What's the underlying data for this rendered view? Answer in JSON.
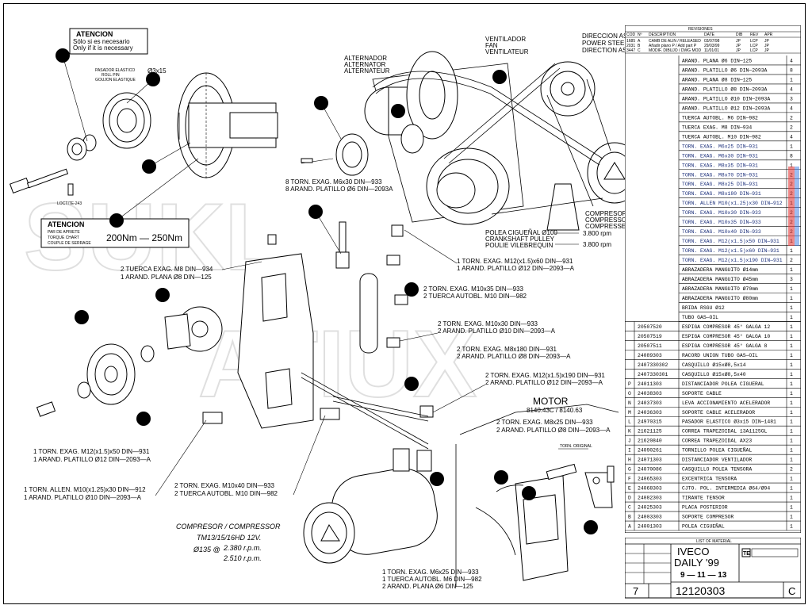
{
  "notes": {
    "attention_top": {
      "title": "ATENCION",
      "line1": "Sólo si es necesario",
      "line2": "Only if it is necessary"
    },
    "roll_pin": {
      "line1": "PASADOR ELASTICO",
      "line2": "ROLL PIN",
      "line3": "GOUJON ELASTIQUE",
      "size": "Ø3x15"
    },
    "loctite": "LOCTITE-243",
    "attention_torque": {
      "title": "ATENCION",
      "line1": "PAR DE APRIETE",
      "line2": "TORQUE CHART",
      "line3": "COUPLE DE SERRAGE",
      "value": "200Nm — 250Nm"
    }
  },
  "components": {
    "fan": [
      "VENTILADOR",
      "FAN",
      "VENTILATEUR"
    ],
    "alternator": [
      "ALTERNADOR",
      "ALTERNATOR",
      "ALTERNATEUR"
    ],
    "power_steering": [
      "DIRECCION ASISTIDA",
      "POWER STEERING",
      "DIRECTION ASSISTEE"
    ],
    "compressor": [
      "COMPRESOR",
      "COMPRESSOR",
      "COMPRESSEUR"
    ],
    "crankshaft": {
      "line1": "POLEA CIGUEÑAL Ø100",
      "line2": "CRANKSHAFT PULLEY",
      "line3": "POULIE VILEBREQUIN",
      "rpm1": "3.800 rpm",
      "rpm2": "3.800 rpm"
    },
    "motor": {
      "title": "MOTOR",
      "models": "8140.43C / 8140.63"
    },
    "original_screw": "TORN. ORIGINAL",
    "compressor_model": {
      "line1": "COMPRESOR / COMPRESSOR",
      "line2": "TM13/15/16HD 12V.",
      "line3": "2.380 r.p.m.",
      "line4": "2.510 r.p.m.",
      "pulley": "Ø135 @"
    }
  },
  "callouts": {
    "c1": [
      "8 TORN. EXAG. M6x30 DIN—933",
      "8 ARAND. PLATILLO Ø6 DIN—2093A"
    ],
    "c2": [
      "2 TUERCA EXAG. M8 DIN—934",
      "1 ARAND. PLANA Ø8 DIN—125"
    ],
    "c3": [
      "1 TORN. EXAG. M12(x1.5)x60 DIN—931",
      "1 ARAND. PLATILLO Ø12 DIN—2093—A"
    ],
    "c4": [
      "2 TORN. EXAG. M10x35 DIN—933",
      "2 TUERCA AUTOBL. M10 DIN—982"
    ],
    "c5": [
      "2 TORN. EXAG. M10x30 DIN—933",
      "2 ARAND. PLATILLO Ø10 DIN—2093—A"
    ],
    "c6": [
      "2 TORN. EXAG. M8x180 DIN—931",
      "2 ARAND. PLATILLO Ø8 DIN—2093—A"
    ],
    "c7": [
      "2 TORN. EXAG. M12(x1.5)x190 DIN—931",
      "2 ARAND. PLATILLO Ø12 DIN—2093—A"
    ],
    "c8": [
      "2 TORN. EXAG. M8x25 DIN—933",
      "2 ARAND. PLATILLO Ø8 DIN—2093—A"
    ],
    "c9": [
      "1 TORN. EXAG. M12(x1.5)x50 DIN—931",
      "1 ARAND. PLATILLO Ø12 DIN—2093—A"
    ],
    "c10": [
      "1 TORN. ALLEN. M10(x1.25)x30 DIN—912",
      "1 ARAND. PLATILLO Ø10 DIN—2093—A"
    ],
    "c11": [
      "2 TORN. EXAG. M10x40 DIN—933",
      "2 TUERCA AUTOBL. M10 DIN—982"
    ],
    "c12": [
      "1 TORN. EXAG. M6x25 DIN—933",
      "1 TUERCA AUTOBL. M6 DIN—982",
      "2 ARAND. PLANA Ø6 DIN—125"
    ]
  },
  "revisions": {
    "title": "REVISIONES",
    "headers": [
      "COD",
      "Nº",
      "DESCRIPTION",
      "DATE",
      "DIB",
      "REV",
      "APR"
    ],
    "rows": [
      [
        "1685",
        "A",
        "CAMB DE ALIN / RELEASED",
        "03/07/98",
        "JP",
        "LCP",
        "JP"
      ],
      [
        "2031",
        "B",
        "Añadir plano P / Add part P",
        "29/03/99",
        "JP",
        "LCP",
        "JP"
      ],
      [
        "3447",
        "C",
        "MODIF. DIBUJO / DWG MOD",
        "11/01/01",
        "JP",
        "LCP",
        "JP"
      ]
    ]
  },
  "parts": {
    "upper": [
      {
        "desc": "ARAND. PLANA Ø6 DIN—125",
        "qty": "4"
      },
      {
        "desc": "ARAND. PLATILLO Ø6 DIN—2093A",
        "qty": "8"
      },
      {
        "desc": "ARAND. PLANA Ø8 DIN—125",
        "qty": "1"
      },
      {
        "desc": "ARAND. PLATILLO Ø8 DIN—2093A",
        "qty": "4"
      },
      {
        "desc": "ARAND. PLATILLO Ø10 DIN—2093A",
        "qty": "3"
      },
      {
        "desc": "ARAND. PLATILLO Ø12 DIN—2093A",
        "qty": "4"
      },
      {
        "desc": "TUERCA AUTOBL. M6 DIN—982",
        "qty": "2"
      },
      {
        "desc": "TUERCA EXAG. M8 DIN—934",
        "qty": "2"
      },
      {
        "desc": "TUERCA AUTOBL. M10 DIN—982",
        "qty": "4"
      },
      {
        "desc": "TORN. EXAG. M6x25 DIN—931",
        "qty": "1"
      },
      {
        "desc": "TORN. EXAG. M6x30 DIN—931",
        "qty": "8"
      },
      {
        "desc": "TORN. EXAG. M8x35 DIN—931",
        "qty": "1"
      },
      {
        "desc": "TORN. EXAG. M8x70 DIN—931",
        "qty": "2"
      },
      {
        "desc": "TORN. EXAG. M8x25 DIN—931",
        "qty": "2"
      },
      {
        "desc": "TORN. EXAG. M8x180 DIN—931",
        "qty": "2"
      },
      {
        "desc": "TORN. ALLEN M10(x1.25)x30 DIN—912",
        "qty": "1"
      },
      {
        "desc": "TORN. EXAG. M10x30 DIN—933",
        "qty": "2"
      },
      {
        "desc": "TORN. EXAG. M10x35 DIN—933",
        "qty": "2"
      },
      {
        "desc": "TORN. EXAG. M10x40 DIN—933",
        "qty": "2"
      },
      {
        "desc": "TORN. EXAG. M12(x1.5)x50 DIN—931",
        "qty": "1"
      },
      {
        "desc": "TORN. EXAG. M12(x1.5)x60 DIN—931",
        "qty": "1"
      },
      {
        "desc": "TORN. EXAG. M12(x1.5)x190 DIN—931",
        "qty": "2"
      },
      {
        "desc": "ABRAZADERA MANGUITO Ø14mm",
        "qty": "1"
      },
      {
        "desc": "ABRAZADERA MANGUITO Ø45mm",
        "qty": "3"
      },
      {
        "desc": "ABRAZADERA MANGUITO Ø70mm",
        "qty": "1"
      },
      {
        "desc": "ABRAZADERA MANGUITO Ø80mm",
        "qty": "1"
      },
      {
        "desc": "BRIDA RSGU Ø12",
        "qty": "1"
      },
      {
        "desc": "TUBO GAS—OIL",
        "qty": "1"
      }
    ],
    "lower": [
      {
        "letter": "",
        "code": "20507520",
        "desc": "ESPIGA COMPRESOR 45° GALGA 12",
        "qty": "1"
      },
      {
        "letter": "",
        "code": "20507519",
        "desc": "ESPIGA COMPRESOR 45° GALGA 10",
        "qty": "1"
      },
      {
        "letter": "",
        "code": "20507511",
        "desc": "ESPIGA COMPRESOR 45° GALGA 8",
        "qty": "1"
      },
      {
        "letter": "",
        "code": "24089303",
        "desc": "RACORD UNION TUBO GAS—OIL",
        "qty": "1"
      },
      {
        "letter": "",
        "code": "2407330302",
        "desc": "CASQUILLO Ø15xØ8,5x14",
        "qty": "1"
      },
      {
        "letter": "",
        "code": "2407330301",
        "desc": "CASQUILLO Ø15xØ8,5x40",
        "qty": "1"
      },
      {
        "letter": "P",
        "code": "24011303",
        "desc": "DISTANCIADOR POLEA CIGUERAL",
        "qty": "1"
      },
      {
        "letter": "O",
        "code": "24038303",
        "desc": "SOPORTE CABLE",
        "qty": "1"
      },
      {
        "letter": "N",
        "code": "24037303",
        "desc": "LEVA ACCIONAMIENTO ACELERADOR",
        "qty": "1"
      },
      {
        "letter": "M",
        "code": "24036303",
        "desc": "SOPORTE CABLE ACELERADOR",
        "qty": "1"
      },
      {
        "letter": "L",
        "code": "24970315",
        "desc": "PASADOR ELASTICO Ø3x15 DIN—1481",
        "qty": "1"
      },
      {
        "letter": "K",
        "code": "21621125",
        "desc": "CORREA TRAPEZOIDAL 13A1125GL",
        "qty": "1"
      },
      {
        "letter": "J",
        "code": "21620840",
        "desc": "CORREA TRAPEZOIDAL AX23",
        "qty": "1"
      },
      {
        "letter": "I",
        "code": "24090261",
        "desc": "TORNILLO POLEA CIGUEÑAL",
        "qty": "1"
      },
      {
        "letter": "H",
        "code": "24071303",
        "desc": "DISTANCIADOR VENTILADOR",
        "qty": "1"
      },
      {
        "letter": "G",
        "code": "24070086",
        "desc": "CASQUILLO POLEA TENSORA",
        "qty": "2"
      },
      {
        "letter": "F",
        "code": "24065303",
        "desc": "EXCENTRICA TENSORA",
        "qty": "1"
      },
      {
        "letter": "E",
        "code": "24068303",
        "desc": "CJTO. POL. INTERMEDIA Ø64/Ø94",
        "qty": "1"
      },
      {
        "letter": "D",
        "code": "24082303",
        "desc": "TIRANTE TENSOR",
        "qty": "1"
      },
      {
        "letter": "C",
        "code": "24025303",
        "desc": "PLACA POSTERIOR",
        "qty": "1"
      },
      {
        "letter": "B",
        "code": "24003303",
        "desc": "SOPORTE COMPRESOR",
        "qty": "1"
      },
      {
        "letter": "A",
        "code": "24001303",
        "desc": "POLEA CIGUEÑAL",
        "qty": "1"
      }
    ],
    "footer": "LIST OF MATERIAL"
  },
  "title_block": {
    "model": "IVECO",
    "name": "DAILY '99",
    "variants": "9 — 11 — 13",
    "sheet": "7",
    "drawing_number": "12120303",
    "revision": "C",
    "company_mark": "TE"
  },
  "colors": {
    "ink": "#000000",
    "table_blue": "#1a2e7a",
    "accent_red": "#e33b3b",
    "accent_blue": "#3b7be3"
  }
}
